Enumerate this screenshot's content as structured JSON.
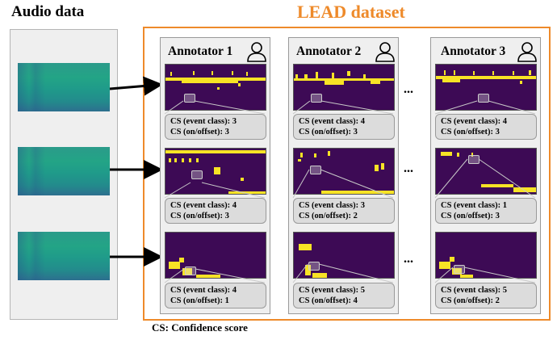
{
  "audio_title": "Audio data",
  "lead_title": "LEAD dataset",
  "footer": "CS: Confidence score",
  "ellipsis": "...",
  "colors": {
    "accent": "#ee8a2a",
    "plot_bg": "#3d0a55",
    "event": "#f7e325"
  },
  "annotators": [
    {
      "title": "Annotator 1",
      "rows": [
        {
          "event_class": "CS (event class): 3",
          "onoffset": "CS (on/offset): 3"
        },
        {
          "event_class": "CS (event class): 4",
          "onoffset": "CS (on/offset): 3"
        },
        {
          "event_class": "CS (event class): 4",
          "onoffset": "CS (on/offset): 1"
        }
      ]
    },
    {
      "title": "Annotator 2",
      "rows": [
        {
          "event_class": "CS (event class): 4",
          "onoffset": "CS (on/offset): 3"
        },
        {
          "event_class": "CS (event class): 3",
          "onoffset": "CS (on/offset): 2"
        },
        {
          "event_class": "CS (event class): 5",
          "onoffset": "CS (on/offset): 4"
        }
      ]
    },
    {
      "title": "Annotator 3",
      "rows": [
        {
          "event_class": "CS (event class): 4",
          "onoffset": "CS (on/offset): 3"
        },
        {
          "event_class": "CS (event class): 1",
          "onoffset": "CS (on/offset): 3"
        },
        {
          "event_class": "CS (event class): 5",
          "onoffset": "CS (on/offset): 2"
        }
      ]
    }
  ]
}
